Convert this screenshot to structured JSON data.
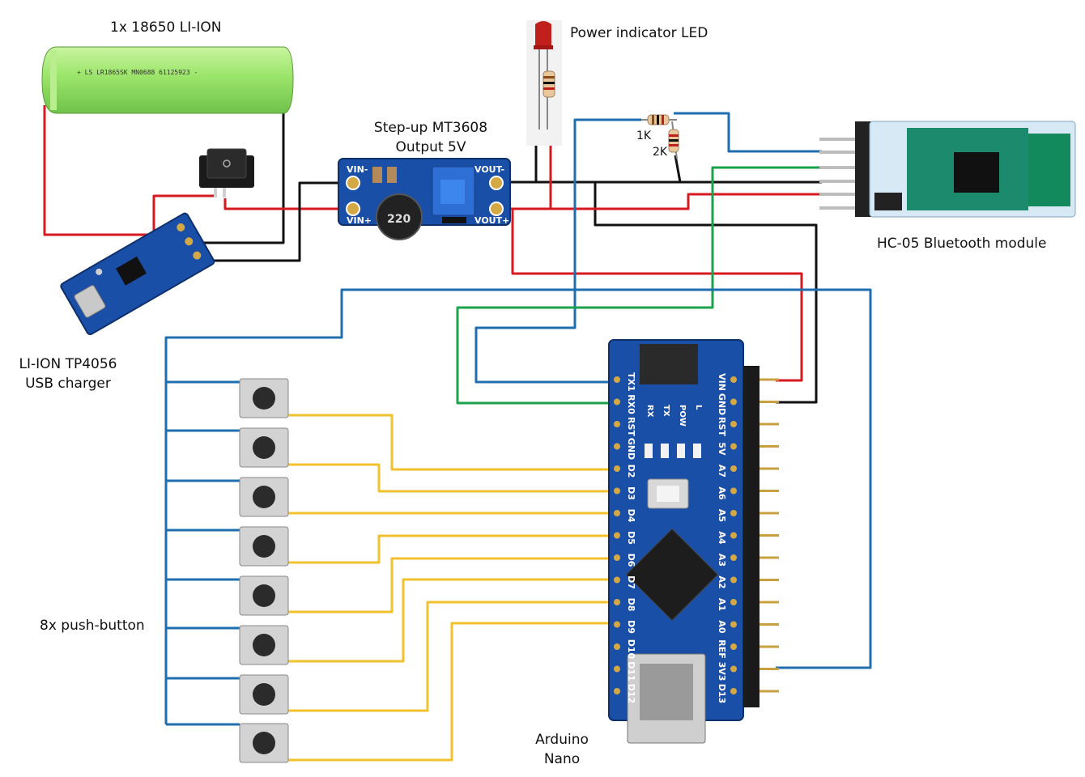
{
  "labels": {
    "battery": "1x 18650 LI-ION",
    "battery_print": "+ LS LR1865SK MN0688 61125923 -",
    "led": "Power indicator LED",
    "stepup_line1": "Step-up MT3608",
    "stepup_line2": "Output 5V",
    "stepup_inductor": "220",
    "stepup_vin_minus": "VIN-",
    "stepup_vin_plus": "VIN+",
    "stepup_vout_minus": "VOUT-",
    "stepup_vout_plus": "VOUT+",
    "hc05": "HC-05 Bluetooth module",
    "charger_line1": "LI-ION TP4056",
    "charger_line2": "USB charger",
    "buttons": "8x push-button",
    "arduino_line1": "Arduino",
    "arduino_line2": "Nano",
    "res_1k": "1K",
    "res_2k": "2K"
  },
  "nano_left_pins": [
    "TX1",
    "RX0",
    "RST",
    "GND",
    "D2",
    "D3",
    "D4",
    "D5",
    "D6",
    "D7",
    "D8",
    "D9",
    "D10",
    "D11",
    "D12"
  ],
  "nano_right_pins": [
    "VIN",
    "GND",
    "RST",
    "5V",
    "A7",
    "A6",
    "A5",
    "A4",
    "A3",
    "A2",
    "A1",
    "A0",
    "REF",
    "3V3",
    "D13"
  ],
  "nano_led_labels": [
    "RX",
    "TX",
    "POW",
    "L"
  ],
  "colors": {
    "gnd": "#111111",
    "vcc": "#d71920",
    "tx": "#1f6fb0",
    "rx": "#1aa34a",
    "button": "#f2c12e",
    "board_blue": "#1a4fa8",
    "battery_green": "#9be46a"
  },
  "push_button_count": 8
}
